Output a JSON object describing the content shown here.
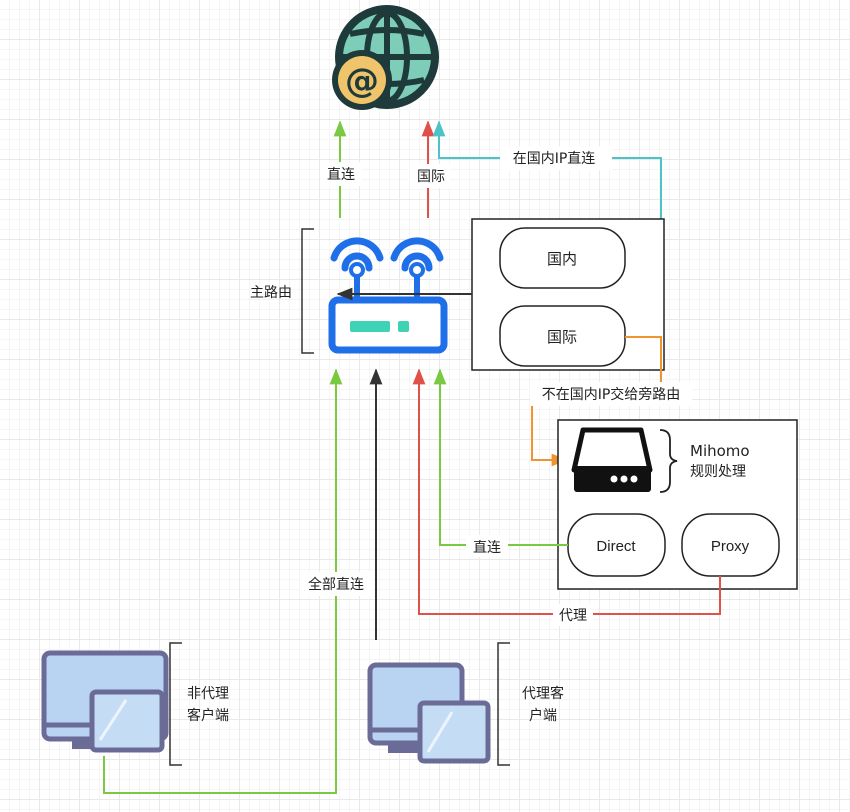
{
  "labels": {
    "main_router": "主路由",
    "direct_top": "直连",
    "intl_top": "国际",
    "domestic_ip_direct": "在国内IP直连",
    "not_domestic_to_side": "不在国内IP交给旁路由",
    "mihomo_line1": "Mihomo",
    "mihomo_line2": "规则处理",
    "direct_mid": "直连",
    "all_direct": "全部直连",
    "proxy_bottom": "代理",
    "nonproxy_line1": "非代理",
    "nonproxy_line2": "客户端",
    "proxy_client_line1": "代理客",
    "proxy_client_line2": "户端"
  },
  "pills": {
    "domestic": "国内",
    "international": "国际",
    "direct": "Direct",
    "proxy": "Proxy"
  },
  "icons": {
    "globe": "globe-at-icon",
    "router": "wifi-router-icon",
    "server": "server-drive-icon",
    "client": "desktop-laptop-icon"
  },
  "colors": {
    "green": "#7ac943",
    "red": "#e0514a",
    "cyan": "#4cc3c7",
    "orange": "#f0952d",
    "dark": "#333333",
    "router_blue": "#1f6fe8",
    "router_teal": "#3fd3b5",
    "globe_dark": "#1e3a3a",
    "globe_teal": "#7ecdb8",
    "globe_gold": "#f0c46a",
    "client_border": "#6b6b98",
    "client_fill": "#b9d3f2"
  }
}
